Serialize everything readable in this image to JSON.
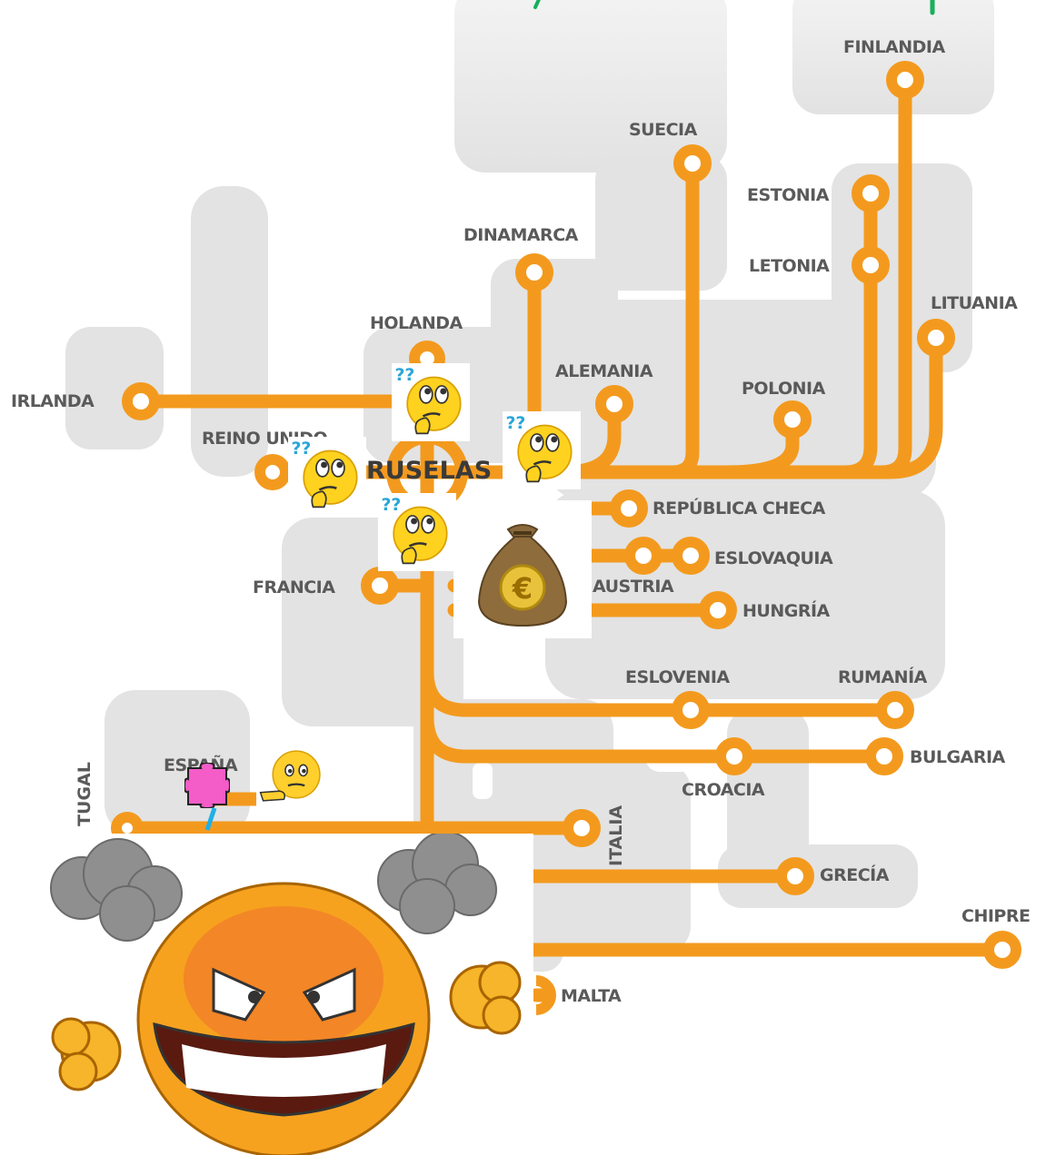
{
  "hub": {
    "label": "RUSELAS"
  },
  "stations": {
    "finlandia": "FINLANDIA",
    "suecia": "SUECIA",
    "estonia": "ESTONIA",
    "letonia": "LETONIA",
    "lituania": "LITUANIA",
    "dinamarca": "DINAMARCA",
    "holanda": "HOLANDA",
    "irlanda": "IRLANDA",
    "reino_unido": "REINO UNIDO",
    "alemania": "ALEMANIA",
    "polonia": "POLONIA",
    "republica_checa": "REPÚBLICA CHECA",
    "eslovaquia": "ESLOVAQUIA",
    "austria": "AUSTRIA",
    "hungria": "HUNGRÍA",
    "francia": "FRANCIA",
    "eslovenia": "ESLOVENIA",
    "rumania": "RUMANÍA",
    "espana": "ESPAÑA",
    "croacia": "CROACIA",
    "bulgaria": "BULGARIA",
    "portugal": "TUGAL",
    "italia": "ITALIA",
    "grecia": "GRECÍA",
    "chipre": "CHIPRE",
    "malta": "MALTA"
  },
  "overlays": {
    "thinking_face_icon_count": 5,
    "money_bag_symbol": "€",
    "angry_face_icon": "angry-face-icon"
  },
  "colors": {
    "line": "#f39a1e",
    "land": "#e3e3e3",
    "label": "#5a5a5a",
    "accent_green": "#16b05a"
  }
}
